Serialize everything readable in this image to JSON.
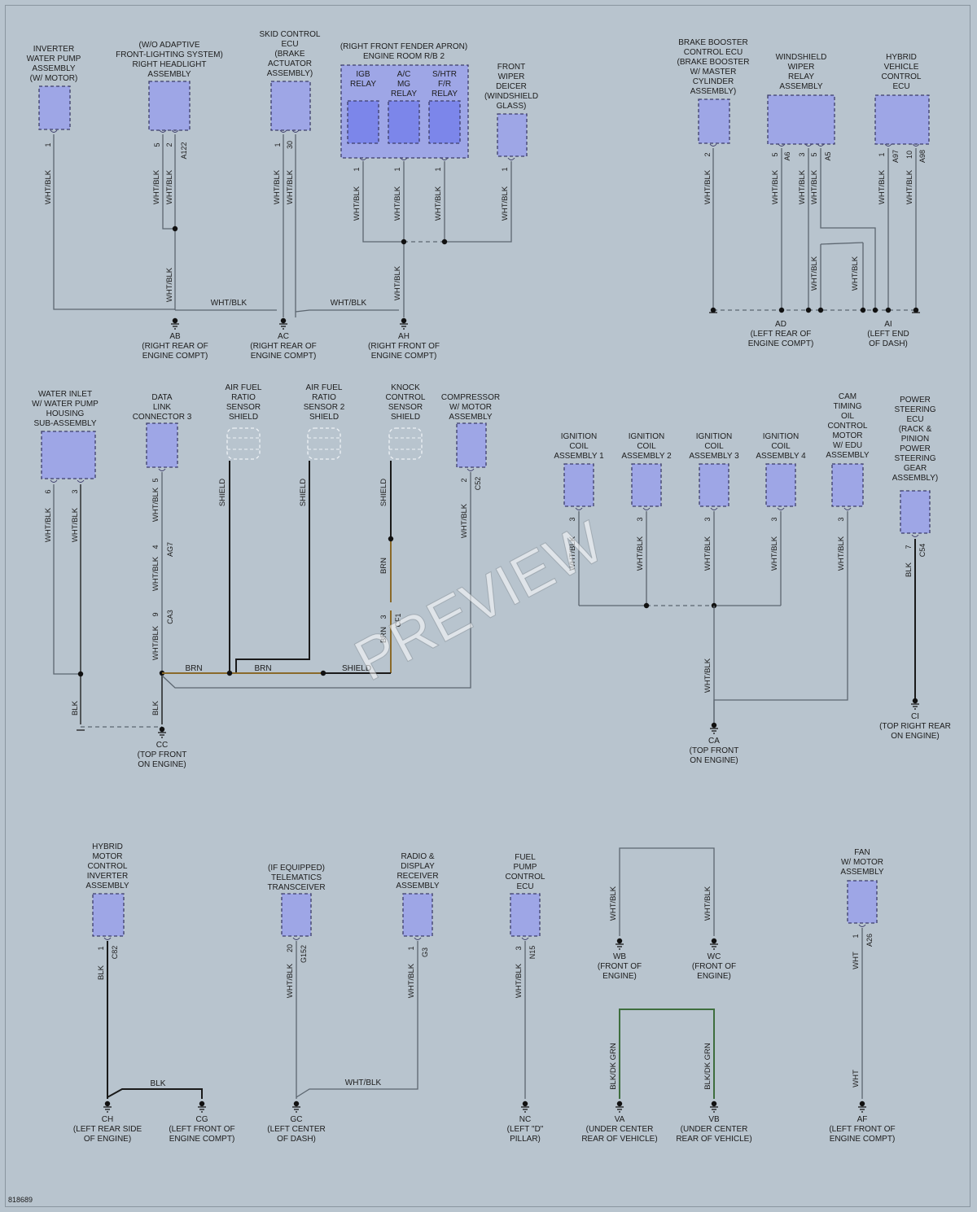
{
  "diagram_id": "818689",
  "watermark": "PREVIEW",
  "colors": {
    "background": "#b8c4ce",
    "component_fill": "#9ea6e6",
    "component_border": "#3c3c6a",
    "relay_fill": "#7c86ea",
    "wire": "#5c6670",
    "wire_black": "#1a1a1a",
    "wire_brown": "#8a6a2a",
    "wire_green": "#3e6e3e",
    "text": "#1c1c1c"
  },
  "components": [
    {
      "id": "inverter-water-pump",
      "label": [
        "INVERTER",
        "WATER PUMP",
        "ASSEMBLY",
        "(W/ MOTOR)"
      ]
    },
    {
      "id": "right-headlight",
      "label": [
        "(W/O ADAPTIVE",
        "FRONT-LIGHTING SYSTEM)",
        "RIGHT HEADLIGHT",
        "ASSEMBLY"
      ]
    },
    {
      "id": "skid-control-ecu",
      "label": [
        "SKID CONTROL",
        "ECU",
        "(BRAKE",
        "ACTUATOR",
        "ASSEMBLY)"
      ]
    },
    {
      "id": "engine-room-rb2",
      "label": [
        "(RIGHT FRONT FENDER APRON)",
        "ENGINE ROOM R/B 2"
      ]
    },
    {
      "id": "igb-relay",
      "label": [
        "IGB",
        "RELAY"
      ]
    },
    {
      "id": "ac-mg-relay",
      "label": [
        "A/C",
        "MG",
        "RELAY"
      ]
    },
    {
      "id": "shtr-fr-relay",
      "label": [
        "S/HTR",
        "F/R",
        "RELAY"
      ]
    },
    {
      "id": "front-wiper-deicer",
      "label": [
        "FRONT",
        "WIPER",
        "DEICER",
        "(WINDSHIELD",
        "GLASS)"
      ]
    },
    {
      "id": "brake-booster-ecu",
      "label": [
        "BRAKE BOOSTER",
        "CONTROL ECU",
        "(BRAKE BOOSTER",
        "W/ MASTER",
        "CYLINDER",
        "ASSEMBLY)"
      ]
    },
    {
      "id": "windshield-wiper-relay",
      "label": [
        "WINDSHIELD",
        "WIPER",
        "RELAY",
        "ASSEMBLY"
      ]
    },
    {
      "id": "hybrid-vehicle-ecu",
      "label": [
        "HYBRID",
        "VEHICLE",
        "CONTROL",
        "ECU"
      ]
    },
    {
      "id": "water-inlet",
      "label": [
        "WATER INLET",
        "W/ WATER PUMP",
        "HOUSING",
        "SUB-ASSEMBLY"
      ]
    },
    {
      "id": "data-link-connector",
      "label": [
        "DATA",
        "LINK",
        "CONNECTOR 3"
      ]
    },
    {
      "id": "af-sensor-shield",
      "label": [
        "AIR FUEL",
        "RATIO",
        "SENSOR",
        "SHIELD"
      ]
    },
    {
      "id": "af-sensor2-shield",
      "label": [
        "AIR FUEL",
        "RATIO",
        "SENSOR 2",
        "SHIELD"
      ]
    },
    {
      "id": "knock-sensor-shield",
      "label": [
        "KNOCK",
        "CONTROL",
        "SENSOR",
        "SHIELD"
      ]
    },
    {
      "id": "compressor",
      "label": [
        "COMPRESSOR",
        "W/ MOTOR",
        "ASSEMBLY"
      ]
    },
    {
      "id": "ignition-coil-1",
      "label": [
        "IGNITION",
        "COIL",
        "ASSEMBLY 1"
      ]
    },
    {
      "id": "ignition-coil-2",
      "label": [
        "IGNITION",
        "COIL",
        "ASSEMBLY 2"
      ]
    },
    {
      "id": "ignition-coil-3",
      "label": [
        "IGNITION",
        "COIL",
        "ASSEMBLY 3"
      ]
    },
    {
      "id": "ignition-coil-4",
      "label": [
        "IGNITION",
        "COIL",
        "ASSEMBLY 4"
      ]
    },
    {
      "id": "cam-timing-motor",
      "label": [
        "CAM",
        "TIMING",
        "OIL",
        "CONTROL",
        "MOTOR",
        "W/ EDU",
        "ASSEMBLY"
      ]
    },
    {
      "id": "power-steering-ecu",
      "label": [
        "POWER",
        "STEERING",
        "ECU",
        "(RACK &",
        "PINION",
        "POWER",
        "STEERING",
        "GEAR",
        "ASSEMBLY)"
      ]
    },
    {
      "id": "hybrid-motor-inverter",
      "label": [
        "HYBRID",
        "MOTOR",
        "CONTROL",
        "INVERTER",
        "ASSEMBLY"
      ]
    },
    {
      "id": "telematics",
      "label": [
        "(IF EQUIPPED)",
        "TELEMATICS",
        "TRANSCEIVER"
      ]
    },
    {
      "id": "radio-display",
      "label": [
        "RADIO &",
        "DISPLAY",
        "RECEIVER",
        "ASSEMBLY"
      ]
    },
    {
      "id": "fuel-pump-ecu",
      "label": [
        "FUEL",
        "PUMP",
        "CONTROL",
        "ECU"
      ]
    },
    {
      "id": "fan-motor",
      "label": [
        "FAN",
        "W/ MOTOR",
        "ASSEMBLY"
      ]
    }
  ],
  "grounds": [
    {
      "id": "AB",
      "label": [
        "AB",
        "(RIGHT REAR OF",
        "ENGINE COMPT)"
      ]
    },
    {
      "id": "AC",
      "label": [
        "AC",
        "(RIGHT REAR OF",
        "ENGINE COMPT)"
      ]
    },
    {
      "id": "AH",
      "label": [
        "AH",
        "(RIGHT FRONT OF",
        "ENGINE COMPT)"
      ]
    },
    {
      "id": "AD",
      "label": [
        "AD",
        "(LEFT REAR OF",
        "ENGINE COMPT)"
      ]
    },
    {
      "id": "AI",
      "label": [
        "AI",
        "(LEFT END",
        "OF DASH)"
      ]
    },
    {
      "id": "CC",
      "label": [
        "CC",
        "(TOP FRONT",
        "ON ENGINE)"
      ]
    },
    {
      "id": "CA",
      "label": [
        "CA",
        "(TOP FRONT",
        "ON ENGINE)"
      ]
    },
    {
      "id": "CI",
      "label": [
        "CI",
        "(TOP RIGHT REAR",
        "ON ENGINE)"
      ]
    },
    {
      "id": "CH",
      "label": [
        "CH",
        "(LEFT REAR SIDE",
        "OF ENGINE)"
      ]
    },
    {
      "id": "CG",
      "label": [
        "CG",
        "(LEFT FRONT OF",
        "ENGINE COMPT)"
      ]
    },
    {
      "id": "GC",
      "label": [
        "GC",
        "(LEFT CENTER",
        "OF DASH)"
      ]
    },
    {
      "id": "NC",
      "label": [
        "NC",
        "(LEFT \"D\"",
        "PILLAR)"
      ]
    },
    {
      "id": "WB",
      "label": [
        "WB",
        "(FRONT OF",
        "ENGINE)"
      ]
    },
    {
      "id": "WC",
      "label": [
        "WC",
        "(FRONT OF",
        "ENGINE)"
      ]
    },
    {
      "id": "VA",
      "label": [
        "VA",
        "(UNDER CENTER",
        "REAR OF VEHICLE)"
      ]
    },
    {
      "id": "VB",
      "label": [
        "VB",
        "(UNDER CENTER",
        "REAR OF VEHICLE)"
      ]
    },
    {
      "id": "AF",
      "label": [
        "AF",
        "(LEFT FRONT OF",
        "ENGINE COMPT)"
      ]
    }
  ],
  "wire_labels": [
    "WHT/BLK",
    "BLK",
    "BRN",
    "SHIELD",
    "BLK/DK GRN",
    "WHT"
  ],
  "pins": [
    "1",
    "2",
    "3",
    "4",
    "5",
    "6",
    "7",
    "9",
    "10",
    "20",
    "30"
  ],
  "connectors": [
    "A122",
    "A6",
    "A5",
    "A97",
    "A98",
    "AG7",
    "CA3",
    "CF1",
    "C52",
    "C54",
    "C82",
    "G152",
    "G3",
    "N15",
    "A26"
  ]
}
